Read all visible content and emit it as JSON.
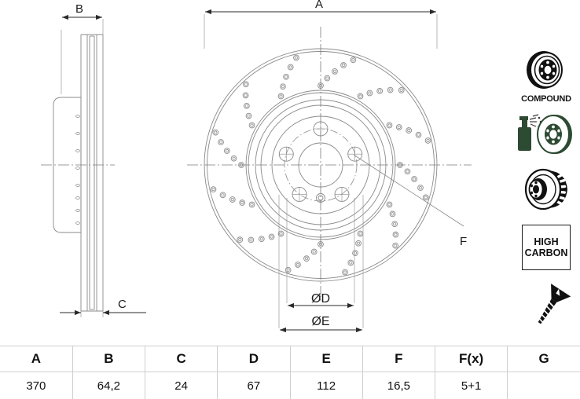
{
  "document": {
    "type": "technical-drawing",
    "subject": "brake-disc"
  },
  "dimension_labels": {
    "a": "A",
    "b": "B",
    "c": "C",
    "d": "ØD",
    "e": "ØE",
    "f": "F"
  },
  "badges": {
    "compound": {
      "icon": "compound-disc-icon",
      "label": "COMPOUND"
    },
    "coated": {
      "icon": "coated-disc-spray-icon",
      "label": ""
    },
    "vented": {
      "icon": "vented-disc-icon",
      "label": ""
    },
    "high_carbon": {
      "icon": "high-carbon-box",
      "line1": "HIGH",
      "line2": "CARBON"
    },
    "screw": {
      "icon": "countersunk-screw-icon",
      "label": ""
    }
  },
  "spec_table": {
    "headers": [
      "A",
      "B",
      "C",
      "D",
      "E",
      "F",
      "F(x)",
      "G"
    ],
    "values": [
      "370",
      "64,2",
      "24",
      "67",
      "112",
      "16,5",
      "5+1",
      ""
    ]
  },
  "colors": {
    "line": "#8a8a8a",
    "dim_line": "#4a4a4a",
    "text": "#111111",
    "icon_dark": "#111111",
    "icon_green": "#2d4a32",
    "table_border": "#cfcfcf"
  }
}
